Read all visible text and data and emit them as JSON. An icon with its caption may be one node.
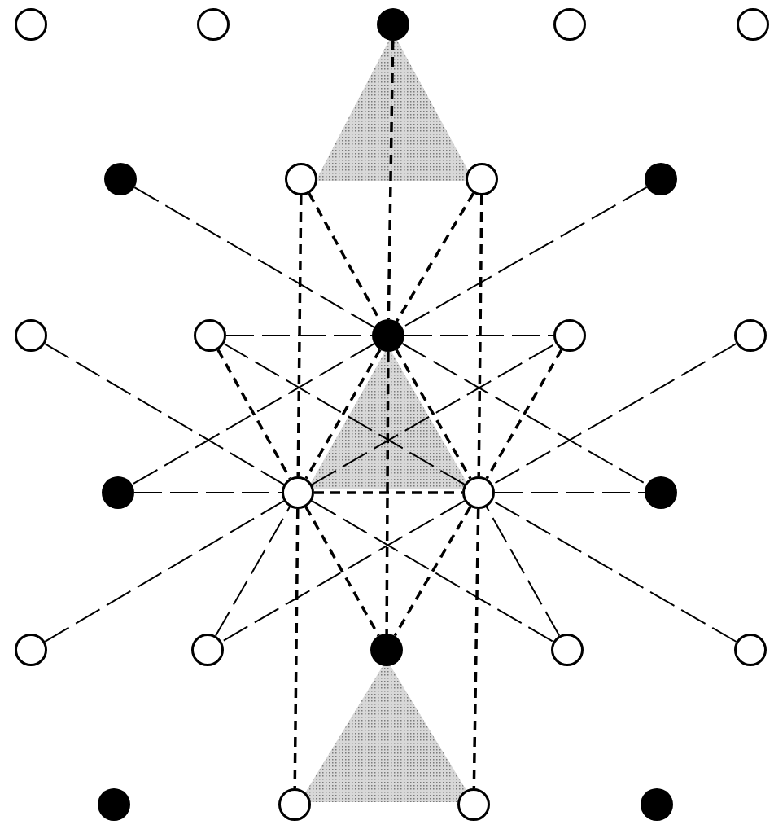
{
  "diagram": {
    "nodes": [
      {
        "text": [],
        "shape": "circle"
      },
      {
        "text": [],
        "shape": "circle"
      },
      {
        "text": [],
        "shape": "dot"
      },
      {
        "text": [],
        "shape": "circle"
      },
      {
        "text": [],
        "shape": "circle"
      },
      {
        "text": [],
        "shape": "dot"
      },
      {
        "text": [],
        "shape": "circle"
      },
      {
        "text": [],
        "shape": "circle"
      },
      {
        "text": [],
        "shape": "dot"
      },
      {
        "text": [],
        "shape": "circle"
      },
      {
        "text": [],
        "shape": "circle"
      },
      {
        "text": [],
        "shape": "dot"
      },
      {
        "text": [],
        "shape": "circle"
      },
      {
        "text": [],
        "shape": "circle"
      },
      {
        "text": [],
        "shape": "dot"
      },
      {
        "text": [],
        "shape": "circle"
      },
      {
        "text": [],
        "shape": "circle"
      },
      {
        "text": [],
        "shape": "dot"
      },
      {
        "text": [],
        "shape": "circle"
      },
      {
        "text": [],
        "shape": "circle"
      },
      {
        "text": [],
        "shape": "dot"
      },
      {
        "text": [],
        "shape": "circle"
      },
      {
        "text": [],
        "shape": "circle"
      },
      {
        "text": [],
        "shape": "dot"
      },
      {
        "text": [],
        "shape": "circle"
      },
      {
        "text": [],
        "shape": "circle"
      },
      {
        "text": [],
        "shape": "dot"
      }
    ],
    "edges": [
      {
        "from": 2,
        "to": 11,
        "arrow": "none",
        "style": "dashed"
      },
      {
        "from": 11,
        "to": 20,
        "arrow": "none",
        "style": "dashed"
      },
      {
        "from": 6,
        "to": 15,
        "arrow": "none",
        "style": "dashed"
      },
      {
        "from": 15,
        "to": 24,
        "arrow": "none",
        "style": "dashed"
      },
      {
        "from": 7,
        "to": 16,
        "arrow": "none",
        "style": "dashed"
      },
      {
        "from": 16,
        "to": 25,
        "arrow": "none",
        "style": "dashed"
      },
      {
        "from": 6,
        "to": 11,
        "arrow": "none",
        "style": "dashed"
      },
      {
        "from": 7,
        "to": 11,
        "arrow": "none",
        "style": "dashed"
      },
      {
        "from": 11,
        "to": 15,
        "arrow": "none",
        "style": "dashed"
      },
      {
        "from": 11,
        "to": 16,
        "arrow": "none",
        "style": "dashed"
      },
      {
        "from": 15,
        "to": 20,
        "arrow": "none",
        "style": "dashed"
      },
      {
        "from": 16,
        "to": 20,
        "arrow": "none",
        "style": "dashed"
      },
      {
        "from": 15,
        "to": 16,
        "arrow": "none",
        "style": "dashed"
      },
      {
        "from": 10,
        "to": 15,
        "arrow": "none",
        "style": "dashed"
      },
      {
        "from": 12,
        "to": 16,
        "arrow": "none",
        "style": "dashed"
      },
      {
        "from": 5,
        "to": 11,
        "arrow": "none"
      },
      {
        "from": 8,
        "to": 11,
        "arrow": "none"
      },
      {
        "from": 11,
        "to": 14,
        "arrow": "none"
      },
      {
        "from": 11,
        "to": 17,
        "arrow": "none"
      },
      {
        "from": 10,
        "to": 11,
        "arrow": "none"
      },
      {
        "from": 11,
        "to": 12,
        "arrow": "none"
      },
      {
        "from": 14,
        "to": 15,
        "arrow": "none"
      },
      {
        "from": 16,
        "to": 17,
        "arrow": "none"
      },
      {
        "from": 9,
        "to": 15,
        "arrow": "none"
      },
      {
        "from": 15,
        "to": 21,
        "arrow": "none"
      },
      {
        "from": 18,
        "to": 15,
        "arrow": "none"
      },
      {
        "from": 15,
        "to": 12,
        "arrow": "none"
      },
      {
        "from": 13,
        "to": 16,
        "arrow": "none"
      },
      {
        "from": 16,
        "to": 19,
        "arrow": "none"
      },
      {
        "from": 22,
        "to": 16,
        "arrow": "none"
      },
      {
        "from": 16,
        "to": 10,
        "arrow": "none"
      },
      {
        "from": 19,
        "to": 15,
        "arrow": "none"
      },
      {
        "from": 21,
        "to": 16,
        "arrow": "none"
      }
    ]
  }
}
